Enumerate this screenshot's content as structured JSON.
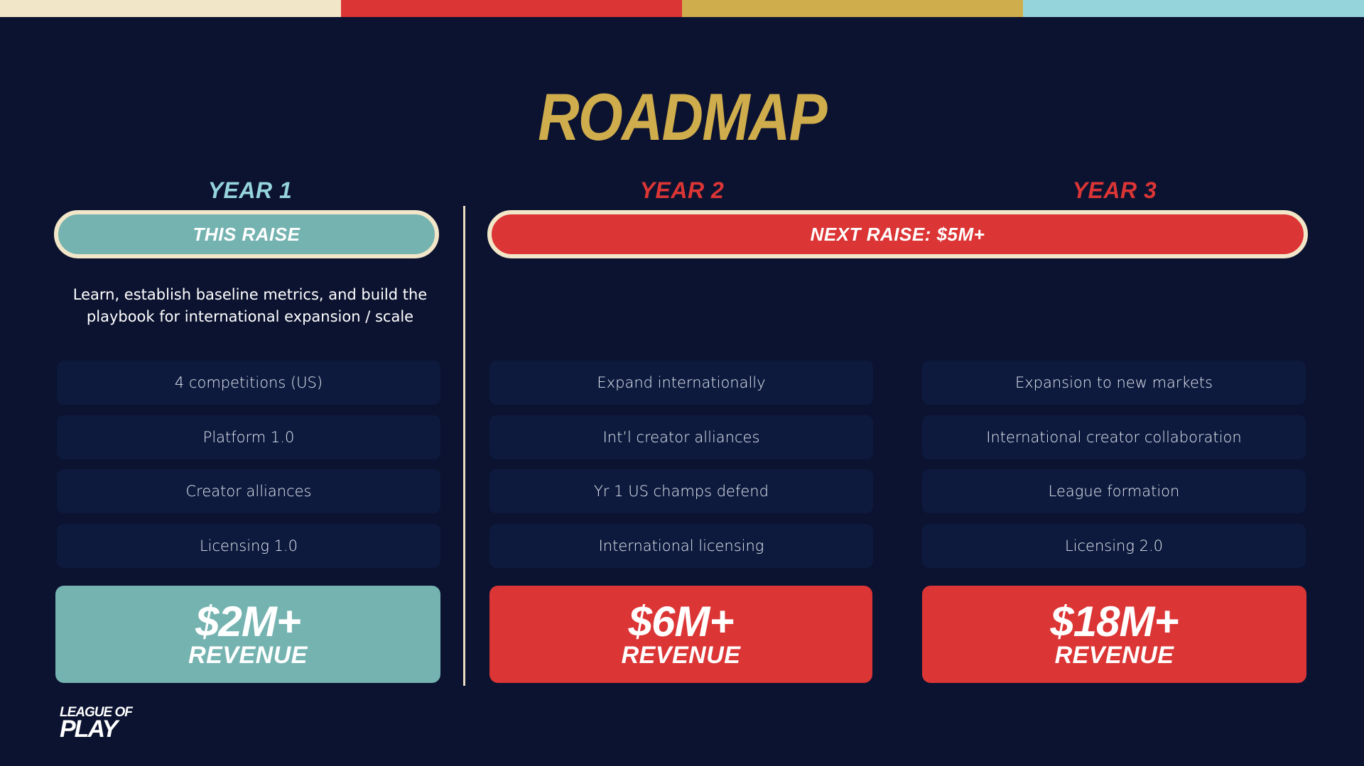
{
  "colors": {
    "background": "#0c1330",
    "cream": "#f2e6c9",
    "red": "#dc3535",
    "gold": "#d0ad4c",
    "light_blue": "#96d4dc",
    "teal": "#75b3b1"
  },
  "title": "ROADMAP",
  "years": [
    {
      "label": "YEAR 1",
      "color": "#96d4dc"
    },
    {
      "label": "YEAR 2",
      "color": "#dc3535"
    },
    {
      "label": "YEAR 3",
      "color": "#dc3535"
    }
  ],
  "pills": {
    "this_raise": "THIS RAISE",
    "next_raise": "NEXT RAISE: $5M+"
  },
  "description": "Learn, establish baseline metrics, and build the playbook for international expansion / scale",
  "columns": [
    {
      "items": [
        "4 competitions (US)",
        "Platform 1.0",
        "Creator alliances",
        "Licensing 1.0"
      ],
      "revenue": "$2M+",
      "revenue_label": "REVENUE"
    },
    {
      "items": [
        "Expand internationally",
        "Int’l creator alliances",
        "Yr 1 US champs defend",
        "International licensing"
      ],
      "revenue": "$6M+",
      "revenue_label": "REVENUE"
    },
    {
      "items": [
        "Expansion to new markets",
        "International creator collaboration",
        "League formation",
        "Licensing 2.0"
      ],
      "revenue": "$18M+",
      "revenue_label": "REVENUE"
    }
  ],
  "logo": {
    "line1": "LEAGUE OF",
    "line2": "PLAY"
  }
}
